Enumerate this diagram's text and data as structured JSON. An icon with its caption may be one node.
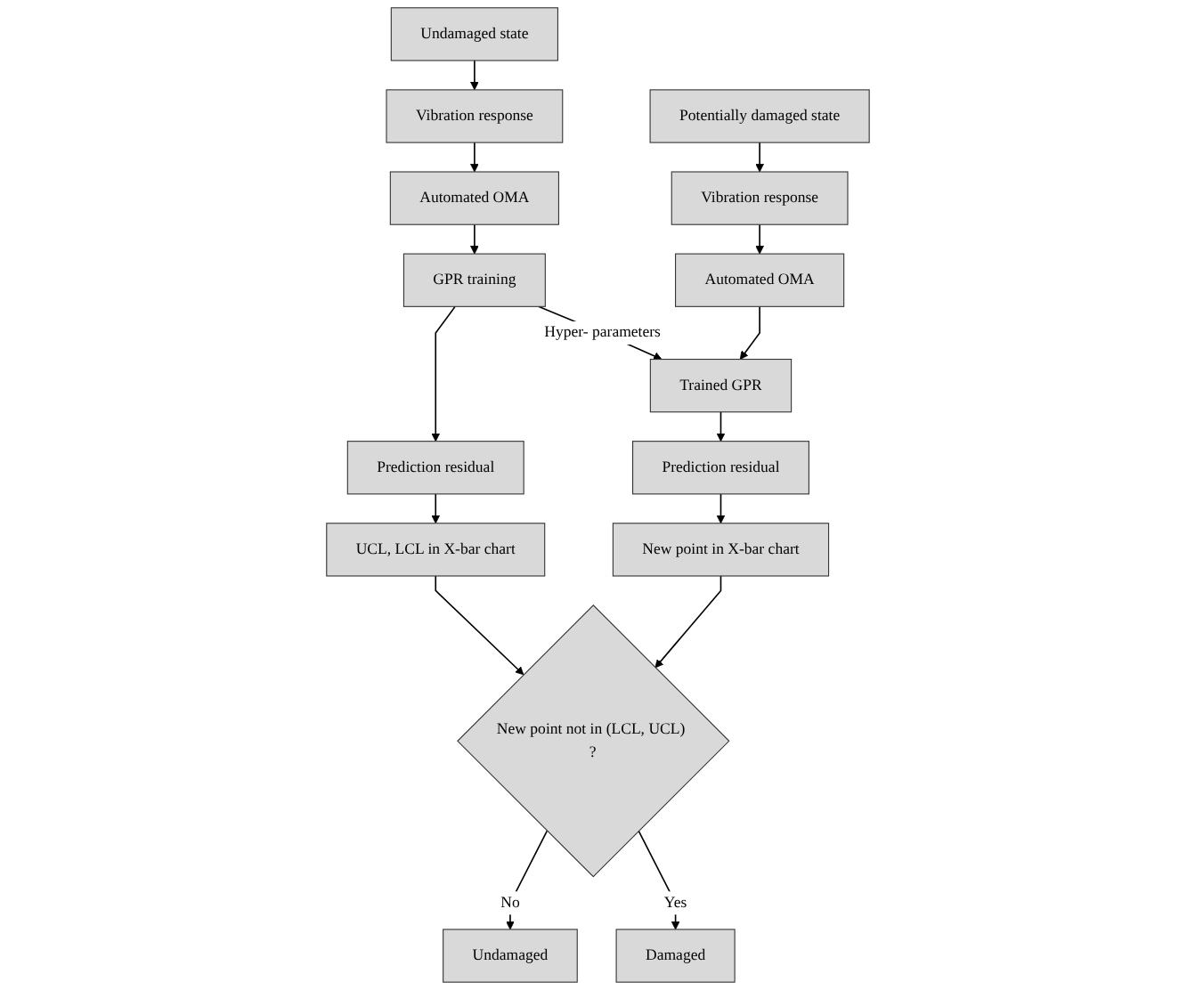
{
  "diagram": {
    "nodes": [
      {
        "text": [
          "Undamaged state"
        ]
      },
      {
        "text": [
          "Vibration response"
        ]
      },
      {
        "text": [
          "Automated OMA"
        ]
      },
      {
        "text": [
          "GPR training"
        ]
      },
      {
        "text": [
          "Prediction residual"
        ]
      },
      {
        "text": [
          "UCL, LCL in X-bar chart"
        ]
      },
      {
        "text": [
          "Potentially damaged state"
        ]
      },
      {
        "text": [
          "Vibration response"
        ]
      },
      {
        "text": [
          "Automated OMA"
        ]
      },
      {
        "text": [
          "Trained GPR"
        ]
      },
      {
        "text": [
          "Prediction residual"
        ]
      },
      {
        "text": [
          "New point in X-bar chart"
        ]
      },
      {
        "text": [
          "New point not in (LCL, UCL) ?"
        ]
      },
      {
        "text": [
          "Undamaged"
        ]
      },
      {
        "text": [
          "Damaged"
        ]
      }
    ],
    "edges": [
      {
        "from": 0,
        "to": 1,
        "arrow": "to"
      },
      {
        "from": 1,
        "to": 2,
        "arrow": "to"
      },
      {
        "from": 2,
        "to": 3,
        "arrow": "to"
      },
      {
        "from": 3,
        "to": 4,
        "arrow": "to"
      },
      {
        "from": 4,
        "to": 5,
        "arrow": "to"
      },
      {
        "from": 6,
        "to": 7,
        "arrow": "to"
      },
      {
        "from": 7,
        "to": 8,
        "arrow": "to"
      },
      {
        "from": 8,
        "to": 9,
        "arrow": "to"
      },
      {
        "from": 9,
        "to": 10,
        "arrow": "to"
      },
      {
        "from": 10,
        "to": 11,
        "arrow": "to"
      },
      {
        "from": 3,
        "to": 9,
        "arrow": "to",
        "label": "Hyper- parameters"
      },
      {
        "from": 5,
        "to": 12,
        "arrow": "to"
      },
      {
        "from": 11,
        "to": 12,
        "arrow": "to"
      },
      {
        "from": 12,
        "to": 13,
        "arrow": "to",
        "label": "No"
      },
      {
        "from": 12,
        "to": 14,
        "arrow": "to",
        "label": "Yes"
      }
    ]
  }
}
